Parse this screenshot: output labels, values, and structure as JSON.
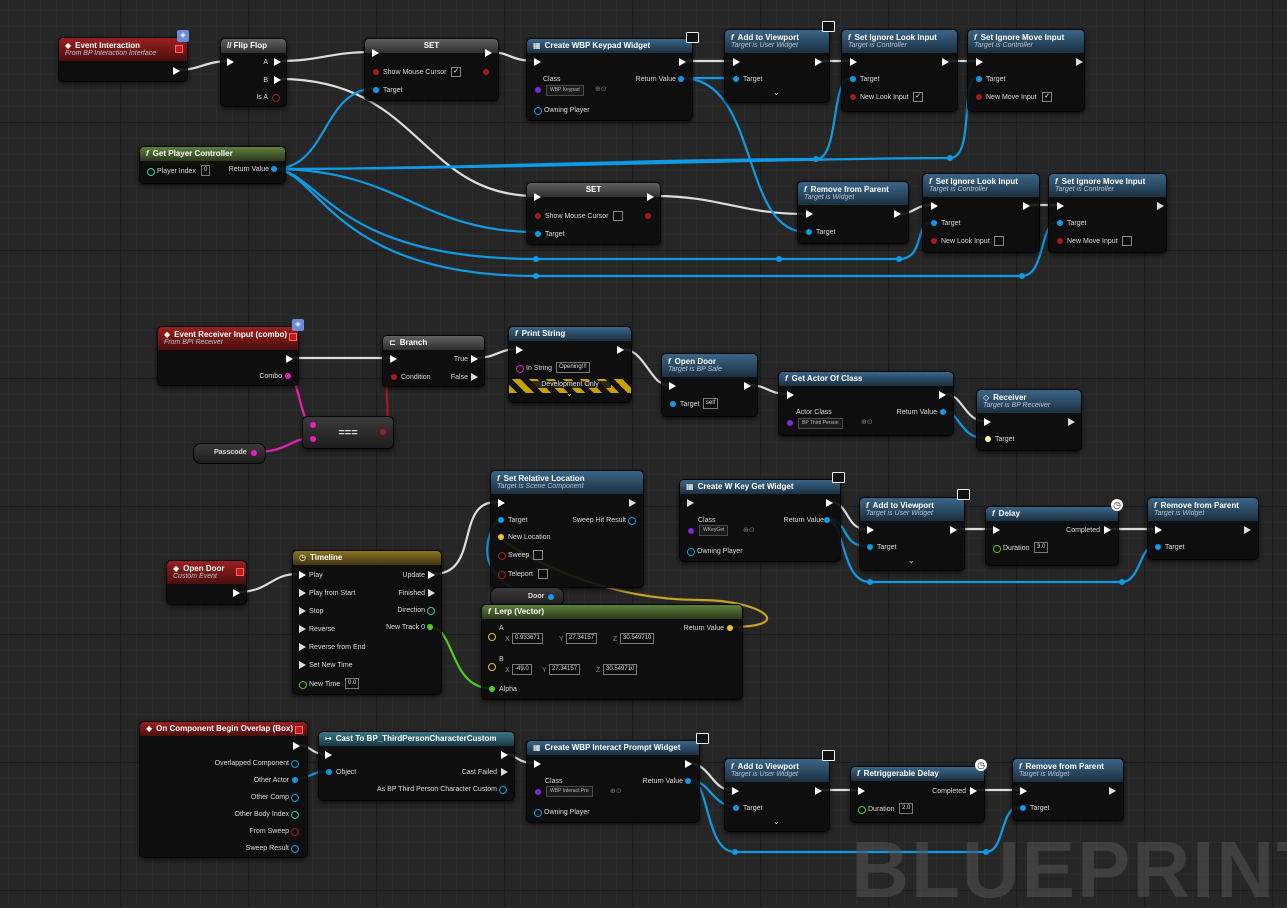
{
  "watermark": "BLUEPRINT",
  "nodes": {
    "event_interaction": {
      "title": "Event Interaction",
      "subtitle": "From BP Interaction Interface"
    },
    "flip_flop": {
      "title": "Flip Flop",
      "pins": {
        "a": "A",
        "b": "B",
        "is_a": "Is A"
      }
    },
    "set1": {
      "title": "SET",
      "show_cursor": "Show Mouse Cursor",
      "target": "Target",
      "checked": "✓"
    },
    "create_keypad": {
      "title": "Create WBP Keypad Widget",
      "class": "Class",
      "class_value": "WBP Keypad",
      "return": "Return Value",
      "owning": "Owning Player"
    },
    "add_viewport1": {
      "title": "Add to Viewport",
      "subtitle": "Target is User Widget",
      "target": "Target"
    },
    "ignore_look1": {
      "title": "Set Ignore Look Input",
      "subtitle": "Target is Controller",
      "target": "Target",
      "param": "New Look Input",
      "checked": "✓"
    },
    "ignore_move1": {
      "title": "Set Ignore Move Input",
      "subtitle": "Target is Controller",
      "target": "Target",
      "param": "New Move Input",
      "checked": "✓"
    },
    "get_pc": {
      "title": "Get Player Controller",
      "index_label": "Player Index",
      "index_value": "0",
      "return": "Return Value"
    },
    "set2": {
      "title": "SET",
      "show_cursor": "Show Mouse Cursor",
      "target": "Target"
    },
    "remove_parent1": {
      "title": "Remove from Parent",
      "subtitle": "Target is Widget",
      "target": "Target"
    },
    "ignore_look2": {
      "title": "Set Ignore Look Input",
      "subtitle": "Target is Controller",
      "target": "Target",
      "param": "New Look Input"
    },
    "ignore_move2": {
      "title": "Set Ignore Move Input",
      "subtitle": "Target is Controller",
      "target": "Target",
      "param": "New Move Input"
    },
    "event_receiver": {
      "title": "Event Receiver Input (combo)",
      "subtitle": "From BPI Receiver",
      "combo": "Combo"
    },
    "branch": {
      "title": "Branch",
      "condition": "Condition",
      "true": "True",
      "false": "False"
    },
    "print_string": {
      "title": "Print String",
      "in_string": "In String",
      "value": "Opening!!!",
      "dev": "Development Only"
    },
    "open_door_call": {
      "title": "Open Door",
      "subtitle": "Target is BP Safe",
      "target": "Target",
      "value": "self"
    },
    "get_actor": {
      "title": "Get Actor Of Class",
      "class": "Actor Class",
      "class_value": "BP Third Person",
      "return": "Return Value"
    },
    "receiver": {
      "title": "Receiver",
      "subtitle": "Target is BP Receiver",
      "target": "Target"
    },
    "passcode": {
      "label": "Passcode"
    },
    "equal": {
      "label": "==="
    },
    "set_rel_loc": {
      "title": "Set Relative Location",
      "subtitle": "Target is Scene Component",
      "target": "Target",
      "sweep_hit": "Sweep Hit Result",
      "new_loc": "New Location",
      "sweep": "Sweep",
      "teleport": "Teleport"
    },
    "door_var": {
      "label": "Door"
    },
    "create_wkey": {
      "title": "Create W Key Get Widget",
      "class": "Class",
      "class_value": "WKeyGet",
      "return": "Return Value",
      "owning": "Owning Player"
    },
    "add_viewport2": {
      "title": "Add to Viewport",
      "subtitle": "Target is User Widget",
      "target": "Target"
    },
    "delay": {
      "title": "Delay",
      "completed": "Completed",
      "duration": "Duration",
      "duration_value": "3.0"
    },
    "remove_parent2": {
      "title": "Remove from Parent",
      "subtitle": "Target is Widget",
      "target": "Target"
    },
    "open_door_event": {
      "title": "Open Door",
      "subtitle": "Custom Event"
    },
    "timeline": {
      "title": "Timeline",
      "play": "Play",
      "play_start": "Play from Start",
      "stop": "Stop",
      "reverse": "Reverse",
      "reverse_end": "Reverse from End",
      "set_new_time": "Set New Time",
      "new_time": "New Time",
      "new_time_value": "0.0",
      "update": "Update",
      "finished": "Finished",
      "direction": "Direction",
      "new_track": "New Track 0"
    },
    "lerp": {
      "title": "Lerp (Vector)",
      "a": "A",
      "b": "B",
      "alpha": "Alpha",
      "return": "Return Value",
      "ax": "0.933671",
      "ay": "27.34157",
      "az": "30.549710",
      "bx": "-49.0",
      "by": "27.34157",
      "bz": "30.549710",
      "x": "X",
      "y": "Y",
      "z": "Z"
    },
    "overlap": {
      "title": "On Component Begin Overlap (Box)",
      "overlapped": "Overlapped Component",
      "other_actor": "Other Actor",
      "other_comp": "Other Comp",
      "other_body": "Other Body Index",
      "from_sweep": "From Sweep",
      "sweep_result": "Sweep Result"
    },
    "cast": {
      "title": "Cast To BP_ThirdPersonCharacterCustom",
      "object": "Object",
      "failed": "Cast Failed",
      "as": "As BP Third Person Character Custom"
    },
    "create_prompt": {
      "title": "Create WBP Interact Prompt Widget",
      "class": "Class",
      "class_value": "WBP Interact Pro",
      "return": "Return Value",
      "owning": "Owning Player"
    },
    "add_viewport3": {
      "title": "Add to Viewport",
      "subtitle": "Target is User Widget",
      "target": "Target"
    },
    "retrig_delay": {
      "title": "Retriggerable Delay",
      "completed": "Completed",
      "duration": "Duration",
      "duration_value": "2.0"
    },
    "remove_parent3": {
      "title": "Remove from Parent",
      "subtitle": "Target is Widget",
      "target": "Target"
    }
  },
  "colors": {
    "exec": "#ffffff",
    "object": "#0f9be6",
    "bool": "#a31d1d",
    "string": "#e820b5",
    "float": "#4fcd1e",
    "vector": "#f2c12a",
    "class": "#7b2ad8"
  },
  "icons": {
    "function": "f-icon",
    "event": "event-diamond-icon",
    "monitor": "monitor-icon",
    "clock": "clock-icon",
    "interface": "interface-icon"
  }
}
